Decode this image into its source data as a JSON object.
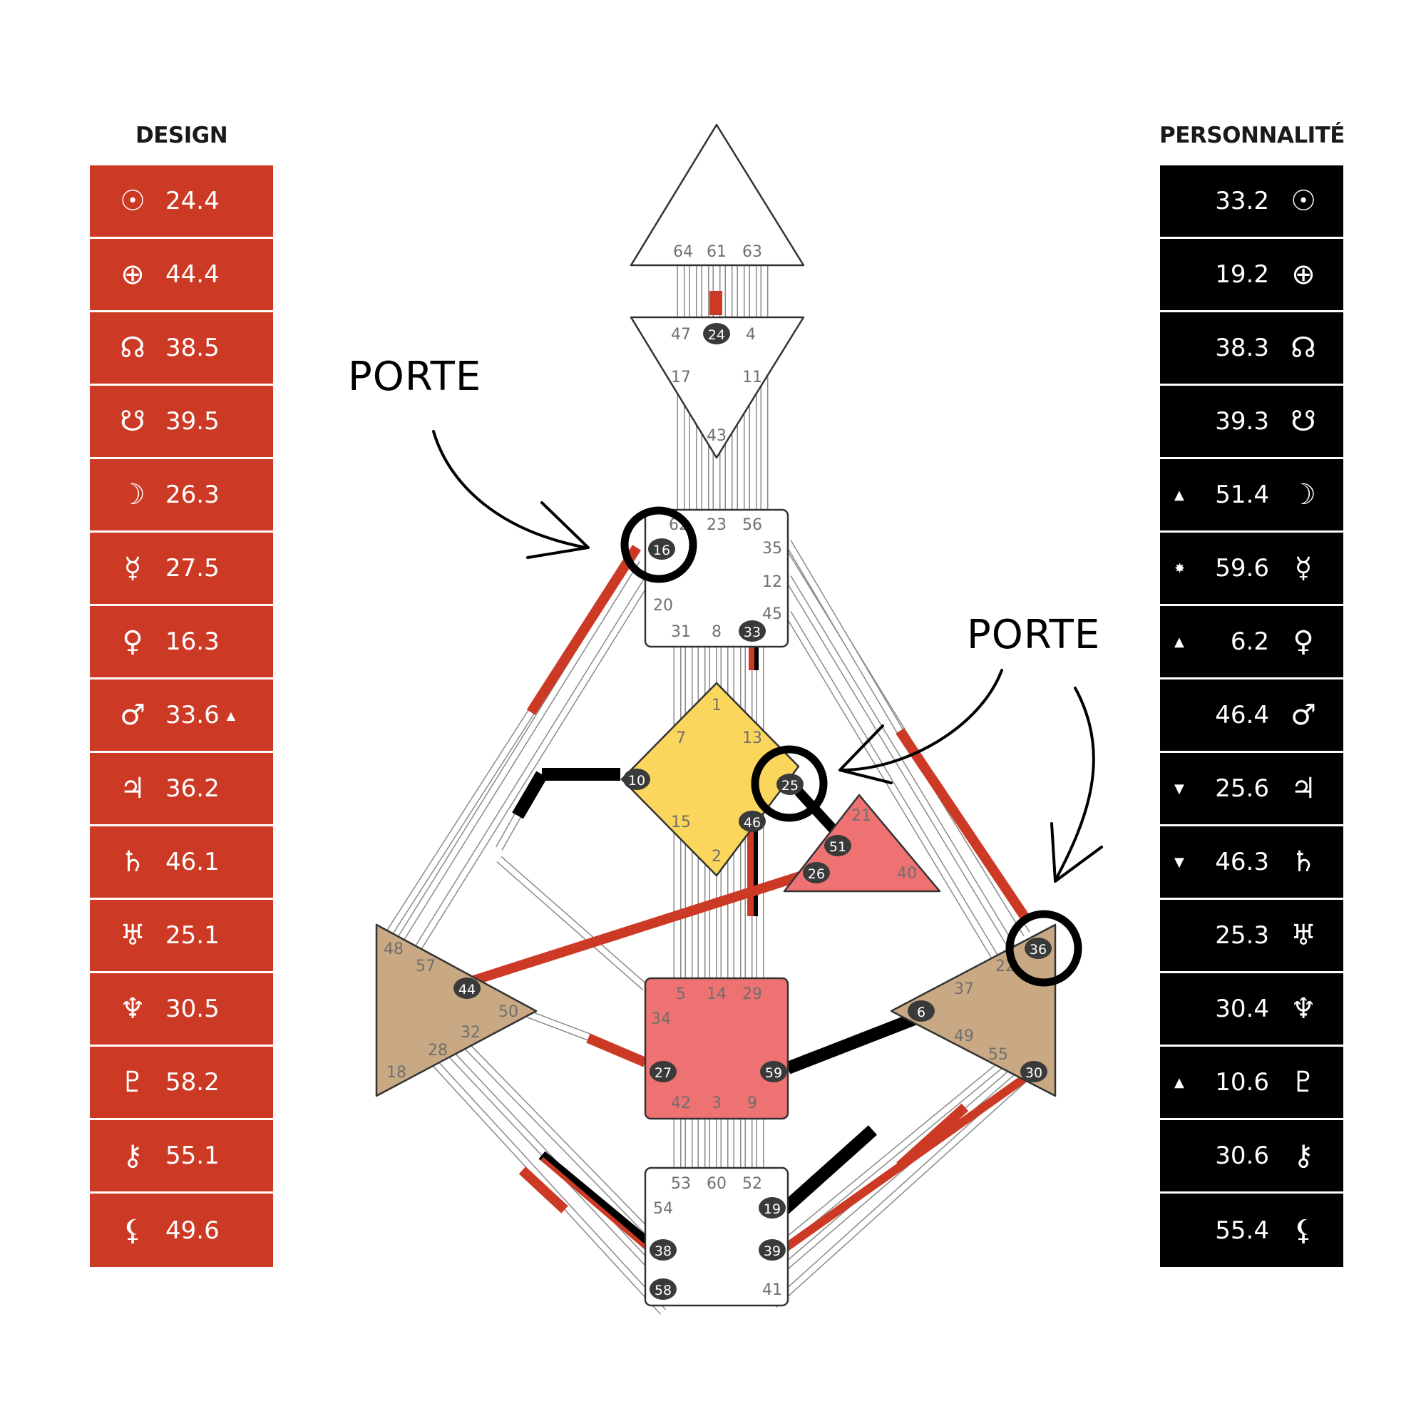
{
  "design": {
    "title": "DESIGN",
    "rows": [
      {
        "planet": "sun-icon",
        "glyph": "☉",
        "value": "24.4",
        "arrow": ""
      },
      {
        "planet": "earth-icon",
        "glyph": "⊕",
        "value": "44.4",
        "arrow": ""
      },
      {
        "planet": "north-node-icon",
        "glyph": "☊",
        "value": "38.5",
        "arrow": ""
      },
      {
        "planet": "south-node-icon",
        "glyph": "☋",
        "value": "39.5",
        "arrow": ""
      },
      {
        "planet": "moon-icon",
        "glyph": "☽",
        "value": "26.3",
        "arrow": ""
      },
      {
        "planet": "mercury-icon",
        "glyph": "☿",
        "value": "27.5",
        "arrow": ""
      },
      {
        "planet": "venus-icon",
        "glyph": "♀",
        "value": "16.3",
        "arrow": ""
      },
      {
        "planet": "mars-icon",
        "glyph": "♂",
        "value": "33.6",
        "arrow": "▲"
      },
      {
        "planet": "jupiter-icon",
        "glyph": "♃",
        "value": "36.2",
        "arrow": ""
      },
      {
        "planet": "saturn-icon",
        "glyph": "♄",
        "value": "46.1",
        "arrow": ""
      },
      {
        "planet": "uranus-icon",
        "glyph": "♅",
        "value": "25.1",
        "arrow": ""
      },
      {
        "planet": "neptune-icon",
        "glyph": "♆",
        "value": "30.5",
        "arrow": ""
      },
      {
        "planet": "pluto-icon",
        "glyph": "♇",
        "value": "58.2",
        "arrow": ""
      },
      {
        "planet": "chiron-icon",
        "glyph": "⚷",
        "value": "55.1",
        "arrow": ""
      },
      {
        "planet": "lilith-icon",
        "glyph": "⚸",
        "value": "49.6",
        "arrow": ""
      }
    ]
  },
  "personality": {
    "title": "PERSONNALITÉ",
    "rows": [
      {
        "planet": "sun-icon",
        "glyph": "☉",
        "value": "33.2",
        "arrow": ""
      },
      {
        "planet": "earth-icon",
        "glyph": "⊕",
        "value": "19.2",
        "arrow": ""
      },
      {
        "planet": "north-node-icon",
        "glyph": "☊",
        "value": "38.3",
        "arrow": ""
      },
      {
        "planet": "south-node-icon",
        "glyph": "☋",
        "value": "39.3",
        "arrow": ""
      },
      {
        "planet": "moon-icon",
        "glyph": "☽",
        "value": "51.4",
        "arrow": "▲"
      },
      {
        "planet": "mercury-icon",
        "glyph": "☿",
        "value": "59.6",
        "arrow": "✸"
      },
      {
        "planet": "venus-icon",
        "glyph": "♀",
        "value": "6.2",
        "arrow": "▲"
      },
      {
        "planet": "mars-icon",
        "glyph": "♂",
        "value": "46.4",
        "arrow": ""
      },
      {
        "planet": "jupiter-icon",
        "glyph": "♃",
        "value": "25.6",
        "arrow": "▼"
      },
      {
        "planet": "saturn-icon",
        "glyph": "♄",
        "value": "46.3",
        "arrow": "▼"
      },
      {
        "planet": "uranus-icon",
        "glyph": "♅",
        "value": "25.3",
        "arrow": ""
      },
      {
        "planet": "neptune-icon",
        "glyph": "♆",
        "value": "30.4",
        "arrow": ""
      },
      {
        "planet": "pluto-icon",
        "glyph": "♇",
        "value": "10.6",
        "arrow": "▲"
      },
      {
        "planet": "chiron-icon",
        "glyph": "⚷",
        "value": "30.6",
        "arrow": ""
      },
      {
        "planet": "lilith-icon",
        "glyph": "⚸",
        "value": "55.4",
        "arrow": ""
      }
    ]
  },
  "annotations": {
    "label_left": "PORTE",
    "label_right": "PORTE"
  },
  "colors": {
    "design_red": "#cc3a25",
    "personality_black": "#000000",
    "g_center_yellow": "#fbd65c",
    "sacral_pink": "#ef7272",
    "spleen_tan": "#c9a983",
    "gate_fill_dark": "#3a3a3a"
  },
  "centers": {
    "head": {
      "gates": [
        "64",
        "61",
        "63"
      ]
    },
    "ajna": {
      "gates": [
        "47",
        "24",
        "4",
        "17",
        "11",
        "43"
      ],
      "active": [
        "24"
      ]
    },
    "throat": {
      "gates": [
        "62",
        "23",
        "56",
        "16",
        "35",
        "12",
        "20",
        "45",
        "31",
        "8",
        "33"
      ],
      "active": [
        "16",
        "33"
      ]
    },
    "g": {
      "gates": [
        "1",
        "7",
        "13",
        "10",
        "25",
        "15",
        "46",
        "2"
      ],
      "active": [
        "10",
        "25",
        "46"
      ]
    },
    "heart": {
      "gates": [
        "21",
        "51",
        "26",
        "40"
      ],
      "active": [
        "51",
        "26"
      ]
    },
    "spleen": {
      "gates": [
        "48",
        "57",
        "44",
        "50",
        "32",
        "28",
        "18"
      ],
      "active": [
        "44"
      ]
    },
    "sacral": {
      "gates": [
        "5",
        "14",
        "29",
        "34",
        "27",
        "59",
        "42",
        "3",
        "9"
      ],
      "active": [
        "27",
        "59"
      ]
    },
    "solar": {
      "gates": [
        "36",
        "22",
        "37",
        "6",
        "49",
        "55",
        "30"
      ],
      "active": [
        "36",
        "6",
        "30"
      ]
    },
    "root": {
      "gates": [
        "53",
        "60",
        "52",
        "54",
        "19",
        "38",
        "39",
        "58",
        "41"
      ],
      "active": [
        "19",
        "38",
        "39",
        "58"
      ]
    }
  }
}
